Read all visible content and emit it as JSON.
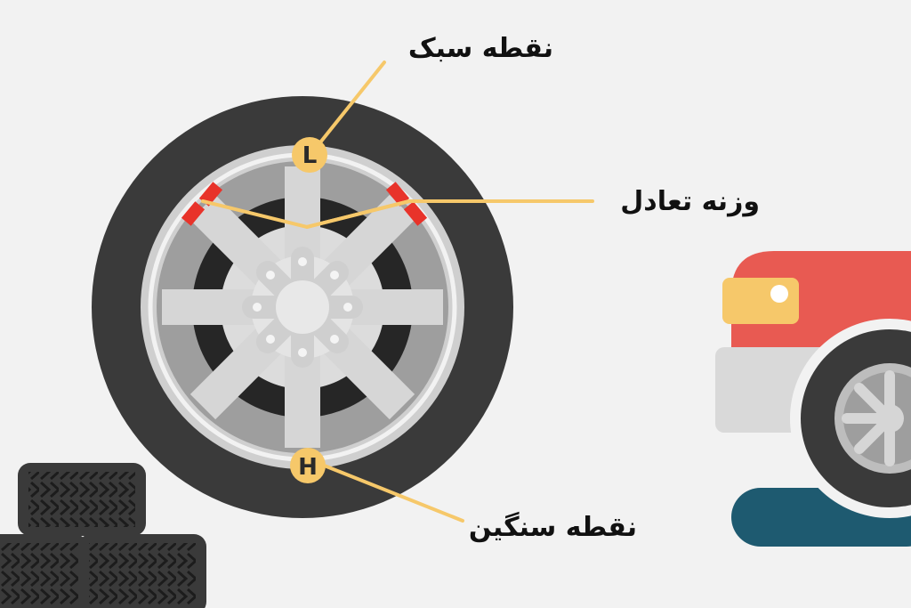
{
  "labels": {
    "light_point": "نقطه سبک",
    "balance_weight": "وزنه تعادل",
    "heavy_point": "نقطه سنگین"
  },
  "markers": {
    "light": "L",
    "heavy": "H"
  },
  "colors": {
    "background": "#f2f2f2",
    "tire": "#3a3a3a",
    "rim_outer": "#cfcfcf",
    "rim_ring": "#9e9e9e",
    "spoke": "#d6d6d6",
    "hub_dark": "#262626",
    "leader_line": "#f6c86a",
    "marker_fill": "#f6c86a",
    "balance_weight": "#e8332a",
    "car_red": "#e85a52",
    "car_headlight": "#f6c86a",
    "car_bumper": "#d9d9d9",
    "car_shadow": "#1e5a70"
  },
  "icons": [
    "tire-stack-icon",
    "car-front-icon"
  ]
}
